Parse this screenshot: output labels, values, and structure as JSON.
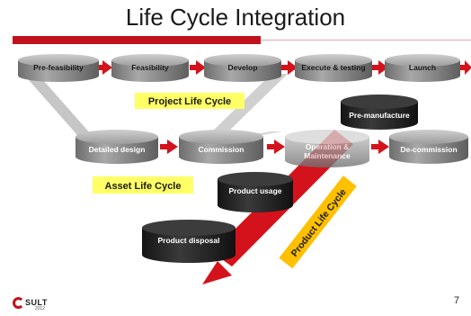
{
  "slide": {
    "title": "Life Cycle Integration",
    "page_number": "7"
  },
  "logo": {
    "wordmark": "SULT",
    "year": "2012"
  },
  "labels": {
    "project": "Project Life Cycle",
    "asset": "Asset Life Cycle",
    "product": "Product Life Cycle"
  },
  "project_stages": [
    "Pre-feasibility",
    "Feasibility",
    "Develop",
    "Execute & testing",
    "Launch"
  ],
  "asset_stages": [
    "Detailed design",
    "Commission",
    "Operation &",
    "Maintenance",
    "De-commission"
  ],
  "product_stages": [
    "Pre-manufacture",
    "Product usage",
    "Product disposal"
  ],
  "colors": {
    "accent_red": "#c0121c",
    "arrow_red": "#d4121b",
    "label_yellow": "#ffff66",
    "product_label_yellow": "#ffc000",
    "gray_cylinder": "#8e8e8e",
    "dark_cylinder": "#262626"
  }
}
